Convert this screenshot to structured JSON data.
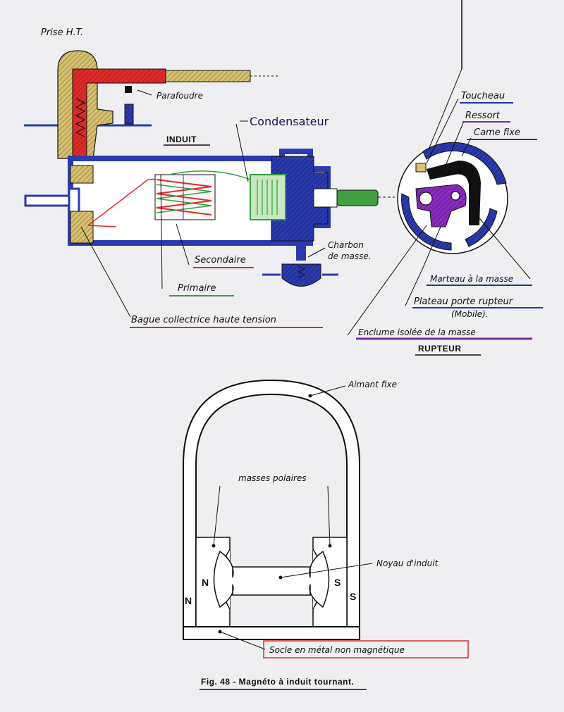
{
  "top_diagram": {
    "labels": {
      "prise_ht": "Prise H.T.",
      "parafoudre": "Parafoudre",
      "induit": "INDUIT",
      "condensateur": "Condensateur",
      "charbon_line1": "Charbon",
      "charbon_line2": "de masse.",
      "secondaire": "Secondaire",
      "primaire": "Primaire",
      "bague": "Bague collectrice haute tension"
    },
    "label_colors": {
      "secondaire": "#e03030",
      "primaire": "#30a040",
      "bague": "#e03030",
      "condensateur": "#1a1450"
    }
  },
  "rupteur": {
    "labels": {
      "toucheau": "Toucheau",
      "ressort": "Ressort",
      "came_fixe": "Came fixe",
      "marteau": "Marteau à la masse",
      "plateau_line1": "Plateau porte rupteur",
      "plateau_line2": "(Mobile).",
      "enclume": "Enclume isolée de la masse",
      "title": "RUPTEUR"
    },
    "label_colors": {
      "toucheau": "#1a3aa0",
      "ressort": "#7a2aa0",
      "came_fixe": "#1a3aa0",
      "marteau": "#1a3aa0",
      "plateau": "#1a3aa0",
      "enclume": "#7a2aa0"
    }
  },
  "magnet_diagram": {
    "labels": {
      "aimant": "Aimant fixe",
      "masses": "masses polaires",
      "noyau": "Noyau d'induit",
      "socle": "Socle en métal non magnétique",
      "n_outer": "N",
      "n_inner": "N",
      "s_inner": "S",
      "s_outer": "S"
    }
  },
  "caption": "Fig. 48 - Magnéto à induit tournant.",
  "colors": {
    "paper": "#efeff1",
    "red": "#e02a2a",
    "blue": "#2a3ab0",
    "yellow": "#d8c070",
    "green": "#40a040",
    "purple": "#8a2ac0",
    "ink": "#111111"
  }
}
